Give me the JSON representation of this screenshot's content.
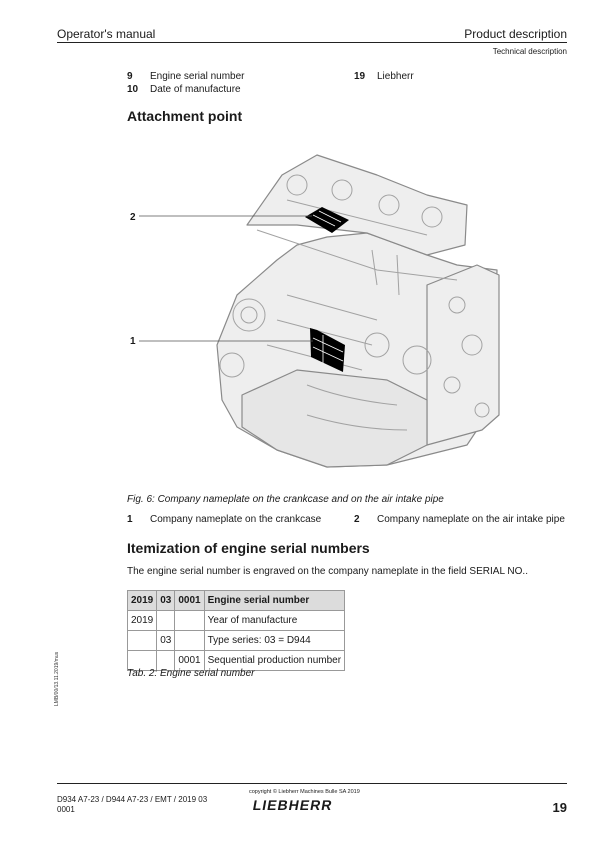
{
  "header": {
    "left": "Operator's manual",
    "right": "Product description",
    "sub": "Technical description"
  },
  "top_legend": [
    {
      "num": "9",
      "text": "Engine serial number"
    },
    {
      "num": "10",
      "text": "Date of manufacture"
    },
    {
      "num": "19",
      "text": "Liebherr"
    }
  ],
  "section1": {
    "title": "Attachment point"
  },
  "figure": {
    "callouts": [
      "2",
      "1"
    ],
    "caption": "Fig. 6: Company nameplate on the crankcase and on the air intake pipe",
    "legend": [
      {
        "num": "1",
        "text": "Company nameplate on the crankcase"
      },
      {
        "num": "2",
        "text": "Company nameplate on the air intake pipe"
      }
    ]
  },
  "section2": {
    "title": "Itemization of engine serial numbers",
    "body": "The engine serial number is engraved on the company nameplate in the field SERIAL NO.."
  },
  "table": {
    "header": [
      "2019",
      "03",
      "0001",
      "Engine serial number"
    ],
    "rows": [
      [
        "2019",
        "",
        "",
        "Year of manufacture"
      ],
      [
        "",
        "03",
        "",
        "Type series: 03 = D944"
      ],
      [
        "",
        "",
        "0001",
        "Sequential production number"
      ]
    ],
    "caption": "Tab. 2: Engine serial number"
  },
  "sidebar": "LMB/00/13.11.2019/mus",
  "footer": {
    "doc_line1": "D934 A7-23 / D944 A7-23 / EMT / 2019 03",
    "doc_line2": "0001",
    "copyright": "copyright © Liebherr Machines Bulle SA 2019",
    "brand": "LIEBHERR",
    "page": "19"
  }
}
